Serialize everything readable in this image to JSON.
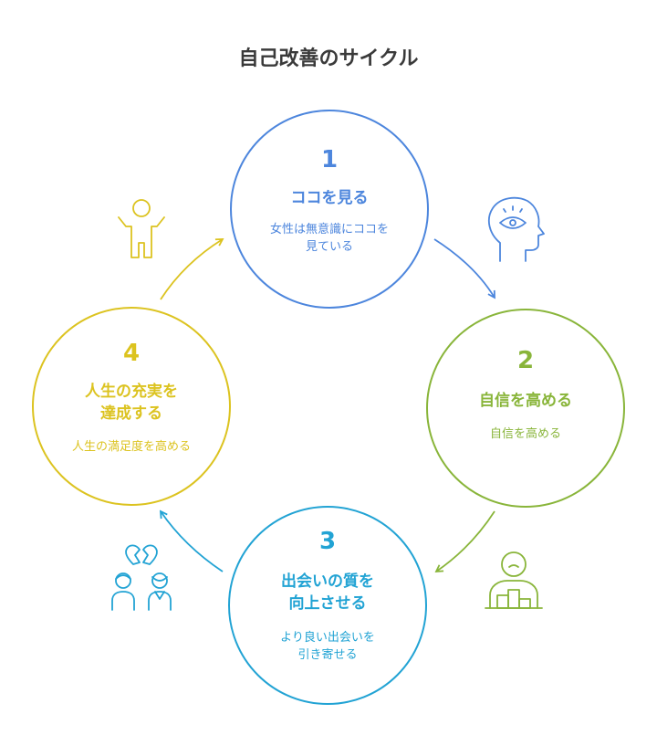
{
  "title": "自己改善のサイクル",
  "steps": [
    {
      "number": "1",
      "heading_lines": [
        "ココを見る"
      ],
      "desc_lines": [
        "女性は無意識にココを",
        "見ている"
      ],
      "color": "#4d86dd",
      "icon": "eye-head-icon"
    },
    {
      "number": "2",
      "heading_lines": [
        "自信を高める"
      ],
      "desc_lines": [
        "自信を高める"
      ],
      "color": "#89b53a",
      "icon": "person-podium-icon"
    },
    {
      "number": "3",
      "heading_lines": [
        "出会いの質を",
        "向上させる"
      ],
      "desc_lines": [
        "より良い出会いを",
        "引き寄せる"
      ],
      "color": "#22a3d4",
      "icon": "couple-icon"
    },
    {
      "number": "4",
      "heading_lines": [
        "人生の充実を",
        "達成する"
      ],
      "desc_lines": [
        "人生の満足度を高める"
      ],
      "color": "#dcc320",
      "icon": "cheering-person-icon"
    }
  ]
}
